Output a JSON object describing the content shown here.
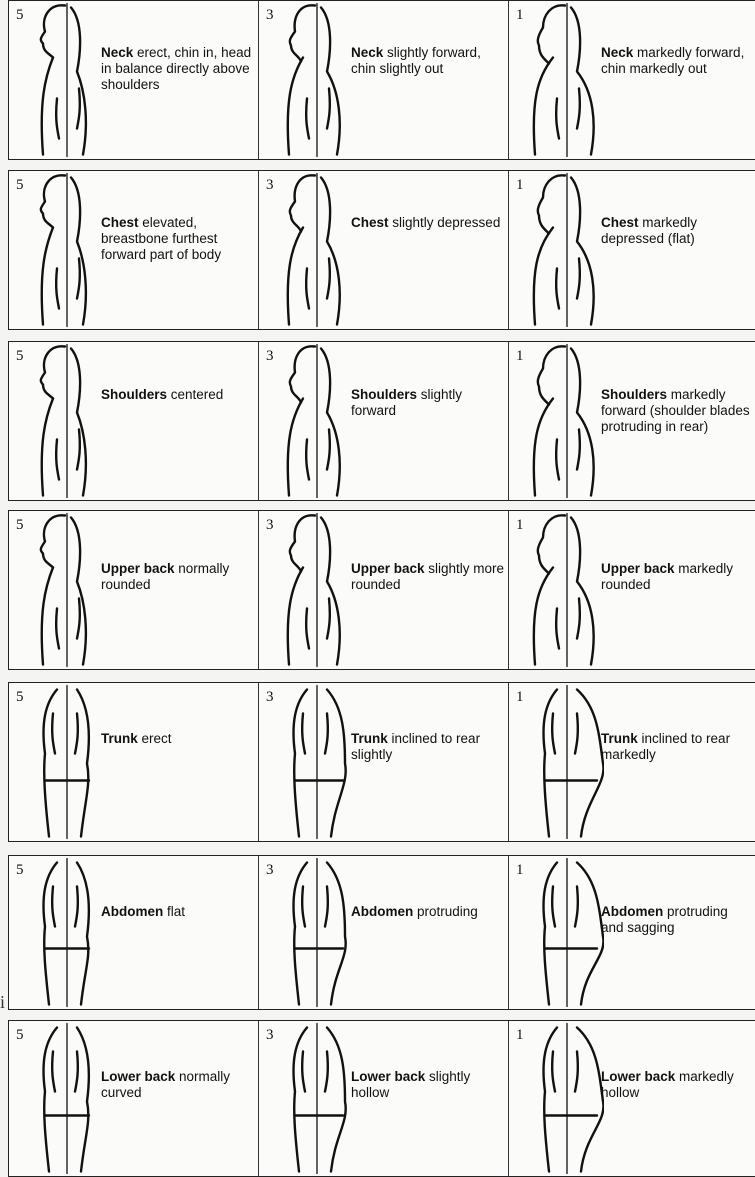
{
  "rows": [
    {
      "cells": [
        {
          "score": "5",
          "term": "Neck",
          "text": " erect, chin in, head in balance directly above shoulders"
        },
        {
          "score": "3",
          "term": "Neck",
          "text": " slightly forward, chin slightly out"
        },
        {
          "score": "1",
          "term": "Neck",
          "text": " markedly forward, chin markedly out"
        }
      ]
    },
    {
      "cells": [
        {
          "score": "5",
          "term": "Chest",
          "text": " elevated, breastbone furthest forward part of body"
        },
        {
          "score": "3",
          "term": "Chest",
          "text": " slightly depressed"
        },
        {
          "score": "1",
          "term": "Chest",
          "text": " markedly depressed (flat)"
        }
      ]
    },
    {
      "cells": [
        {
          "score": "5",
          "term": "Shoulders",
          "text": " centered"
        },
        {
          "score": "3",
          "term": "Shoulders",
          "text": " slightly forward"
        },
        {
          "score": "1",
          "term": "Shoulders",
          "text": " markedly forward (shoulder blades protruding in rear)"
        }
      ]
    },
    {
      "cells": [
        {
          "score": "5",
          "term": "Upper back",
          "text": " normally rounded"
        },
        {
          "score": "3",
          "term": "Upper back",
          "text": " slightly more rounded"
        },
        {
          "score": "1",
          "term": "Upper back",
          "text": " markedly rounded"
        }
      ]
    },
    {
      "cells": [
        {
          "score": "5",
          "term": "Trunk",
          "text": " erect"
        },
        {
          "score": "3",
          "term": "Trunk",
          "text": " inclined to rear slightly"
        },
        {
          "score": "1",
          "term": "Trunk",
          "text": " inclined to rear markedly"
        }
      ]
    },
    {
      "cells": [
        {
          "score": "5",
          "term": "Abdomen",
          "text": " flat"
        },
        {
          "score": "3",
          "term": "Abdomen",
          "text": " protruding"
        },
        {
          "score": "1",
          "term": "Abdomen",
          "text": " protruding and sagging"
        }
      ]
    },
    {
      "cells": [
        {
          "score": "5",
          "term": "Lower back",
          "text": " normally curved"
        },
        {
          "score": "3",
          "term": "Lower back",
          "text": " slightly hollow"
        },
        {
          "score": "1",
          "term": "Lower back",
          "text": " markedly hollow"
        }
      ]
    }
  ]
}
